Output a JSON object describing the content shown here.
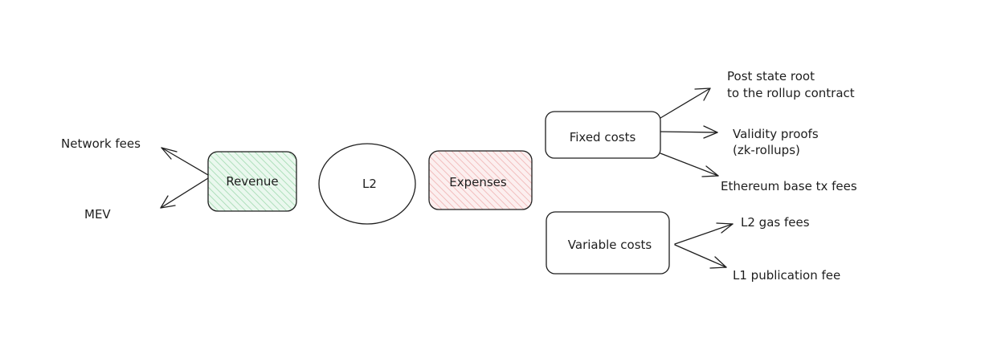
{
  "nodes": {
    "revenue": {
      "label": "Revenue",
      "fill": "#d3f0d9"
    },
    "l2": {
      "label": "L2"
    },
    "expenses": {
      "label": "Expenses",
      "fill": "#f8d9d9"
    },
    "fixed_costs": {
      "label": "Fixed costs"
    },
    "variable_costs": {
      "label": "Variable costs"
    }
  },
  "revenue_items": {
    "network_fees": "Network fees",
    "mev": "MEV"
  },
  "fixed_cost_items": {
    "post_state_root_line1": "Post state root",
    "post_state_root_line2": "to the rollup contract",
    "validity_proofs_line1": "Validity proofs",
    "validity_proofs_line2": "(zk-rollups)",
    "ethereum_base_tx_fees": "Ethereum base tx fees"
  },
  "variable_cost_items": {
    "l2_gas_fees": "L2 gas fees",
    "l1_publication_fee": "L1 publication fee"
  },
  "colors": {
    "stroke": "#1e1e1e",
    "revenue_fill": "#d3f0d9",
    "expenses_fill": "#f8d9d9"
  }
}
